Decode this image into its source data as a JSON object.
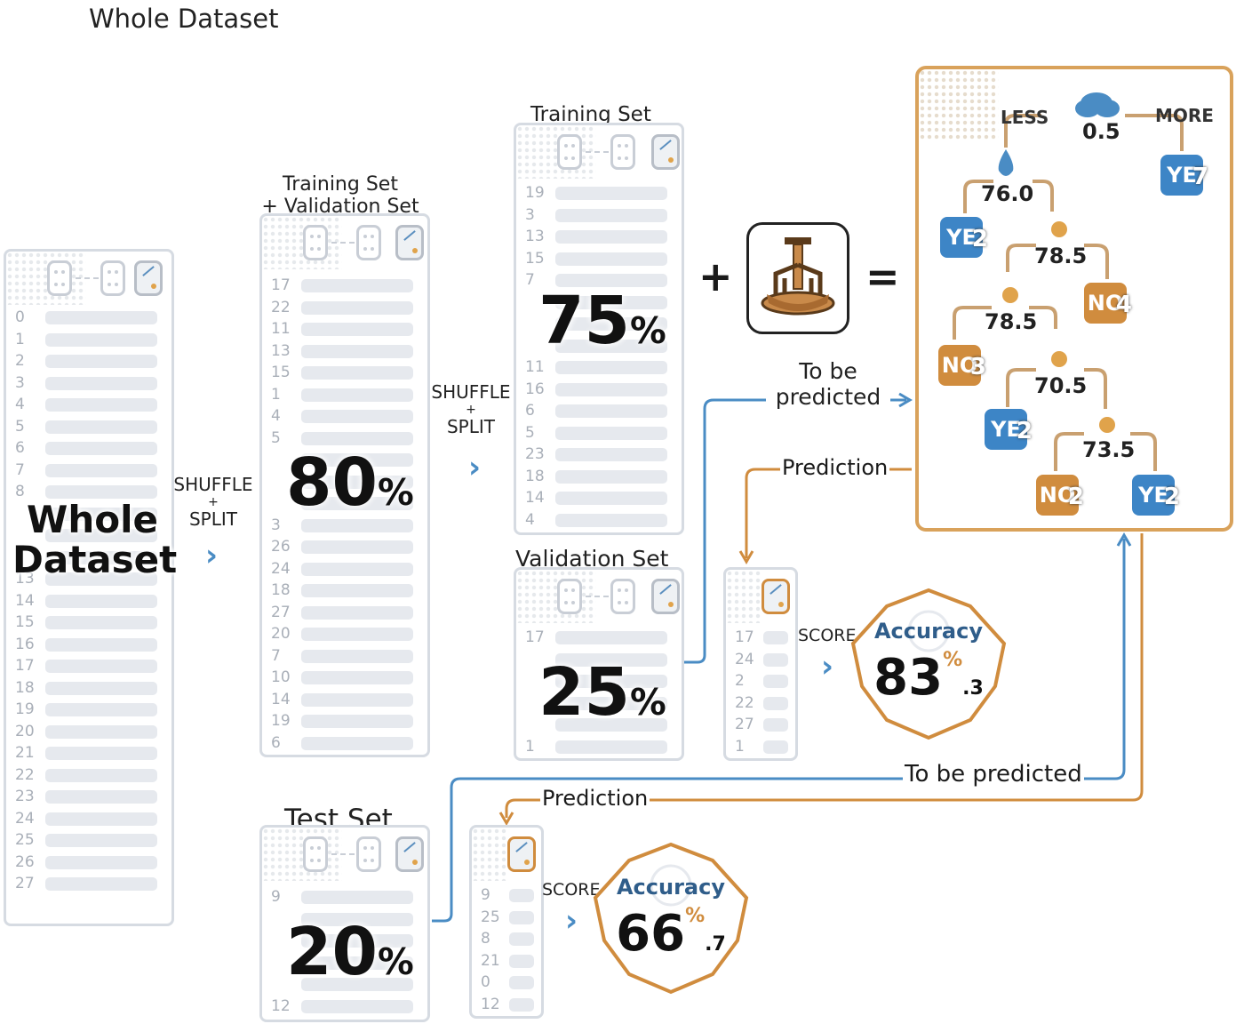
{
  "top_title": "Whole Dataset",
  "whole": {
    "big_label_line1": "Whole",
    "big_label_line2": "Dataset",
    "rows": [
      "0",
      "1",
      "2",
      "3",
      "4",
      "5",
      "6",
      "7",
      "8",
      "",
      "",
      "",
      "13",
      "14",
      "15",
      "16",
      "17",
      "18",
      "19",
      "20",
      "21",
      "22",
      "23",
      "24",
      "25",
      "26",
      "27"
    ]
  },
  "shuffle1": {
    "line1": "SHUFFLE",
    "line2": "+",
    "line3": "SPLIT"
  },
  "shuffle2": {
    "line1": "SHUFFLE",
    "line2": "+",
    "line3": "SPLIT"
  },
  "trainval": {
    "title_line1": "Training Set",
    "title_line2": "+ Validation Set",
    "percent": "80",
    "rows": [
      "17",
      "22",
      "11",
      "13",
      "15",
      "1",
      "4",
      "5",
      "",
      "",
      "",
      "3",
      "26",
      "24",
      "18",
      "27",
      "20",
      "7",
      "10",
      "14",
      "19",
      "6"
    ]
  },
  "training": {
    "title": "Training Set",
    "percent": "75",
    "rows": [
      "19",
      "3",
      "13",
      "15",
      "7",
      "",
      "",
      "",
      "11",
      "16",
      "6",
      "5",
      "23",
      "18",
      "14",
      "4"
    ]
  },
  "validation": {
    "title": "Validation Set",
    "percent": "25",
    "rows": [
      "17",
      "",
      "",
      "",
      "",
      "1"
    ]
  },
  "test": {
    "title": "Test Set",
    "percent": "20",
    "rows": [
      "9",
      "",
      "",
      "",
      "",
      "12"
    ]
  },
  "operators": {
    "plus": "+",
    "equals": "="
  },
  "percent_sign": "%",
  "arrows": {
    "to_be_predicted_1_line1": "To be",
    "to_be_predicted_1_line2": "predicted",
    "prediction_1": "Prediction",
    "to_be_predicted_2": "To be predicted",
    "prediction_2": "Prediction"
  },
  "tree": {
    "less": "LESS",
    "more": "MORE",
    "root_value": "0.5",
    "n1_value": "76.0",
    "n2_value": "78.5",
    "n3_value": "78.5",
    "n4_value": "70.5",
    "n5_value": "73.5",
    "leaves": [
      {
        "type": "yes",
        "label": "YE",
        "count": "7"
      },
      {
        "type": "yes",
        "label": "YE",
        "count": "2"
      },
      {
        "type": "no",
        "label": "NO",
        "count": "4"
      },
      {
        "type": "no",
        "label": "NO",
        "count": "3"
      },
      {
        "type": "yes",
        "label": "YE",
        "count": "2"
      },
      {
        "type": "no",
        "label": "NO",
        "count": "2"
      },
      {
        "type": "yes",
        "label": "YE",
        "count": "2"
      }
    ]
  },
  "val_pred": {
    "rows": [
      "17",
      "24",
      "2",
      "22",
      "27",
      "1"
    ],
    "score": "SCORE",
    "accuracy_label": "Accuracy",
    "accuracy_int": "83",
    "accuracy_dec": ".3"
  },
  "test_pred": {
    "rows": [
      "9",
      "25",
      "8",
      "21",
      "0",
      "12"
    ],
    "score": "SCORE",
    "accuracy_label": "Accuracy",
    "accuracy_int": "66",
    "accuracy_dec": ".7"
  },
  "colors": {
    "blue": "#3d85c6",
    "orange": "#d08c3e",
    "panel_border": "#d6dbe2"
  }
}
